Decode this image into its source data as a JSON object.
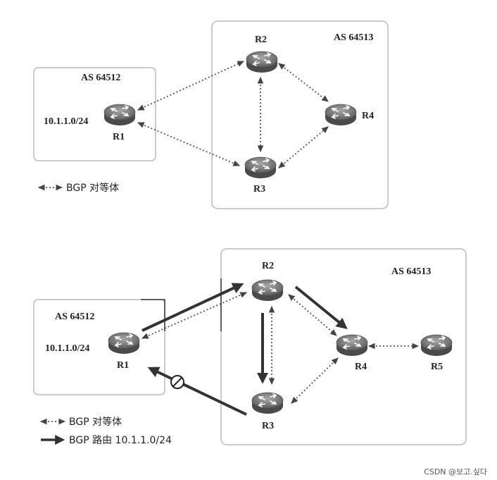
{
  "diagram_top": {
    "as_left": "AS 64512",
    "as_right": "AS 64513",
    "prefix": "10.1.1.0/24",
    "routers": {
      "r1": "R1",
      "r2": "R2",
      "r3": "R3",
      "r4": "R4"
    },
    "legend_peer": "BGP 对等体"
  },
  "diagram_bottom": {
    "as_left": "AS 64512",
    "as_right": "AS 64513",
    "prefix": "10.1.1.0/24",
    "routers": {
      "r1": "R1",
      "r2": "R2",
      "r3": "R3",
      "r4": "R4",
      "r5": "R5"
    },
    "legend_peer": "BGP 对等体",
    "legend_route": "BGP 路由 10.1.1.0/24"
  },
  "watermark": "CSDN @보고.싶다",
  "colors": {
    "peer_link": "#555555",
    "route_arrow": "#333333",
    "as_box_border": "#bbbbbb",
    "router_body": "#777777"
  },
  "icons": [
    "router-icon",
    "blocked-route-icon"
  ]
}
